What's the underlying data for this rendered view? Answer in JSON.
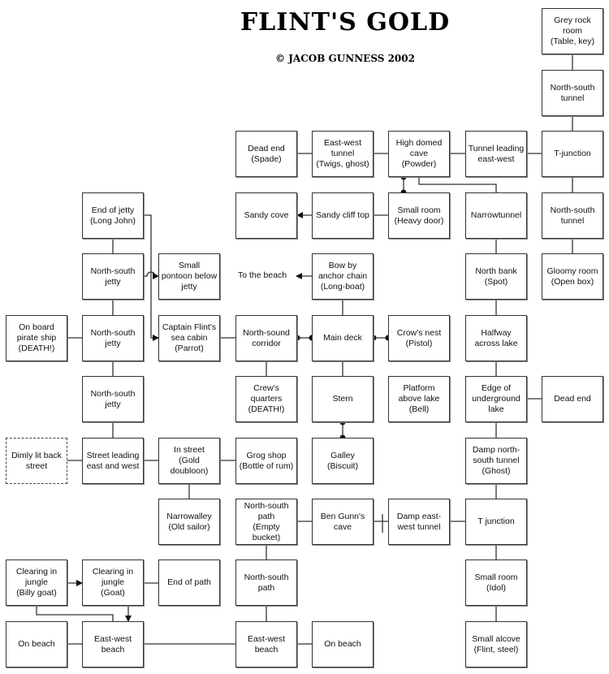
{
  "title": "FLINT'S GOLD",
  "copyright": "© JACOB GUNNESS 2002",
  "rooms": [
    {
      "id": "grey-rock-room",
      "text": "Grey rock\nroom\n(Table, key)",
      "col": 7,
      "row": 0
    },
    {
      "id": "ns-tunnel-1",
      "text": "North-south\ntunnel",
      "col": 7,
      "row": 1
    },
    {
      "id": "dead-end-spade",
      "text": "Dead end\n(Spade)",
      "col": 3,
      "row": 2
    },
    {
      "id": "ew-tunnel",
      "text": "East-west\ntunnel\n(Twigs, ghost)",
      "col": 4,
      "row": 2
    },
    {
      "id": "high-domed-cave",
      "text": "High domed\ncave\n(Powder)",
      "col": 5,
      "row": 2
    },
    {
      "id": "tunnel-east-west",
      "text": "Tunnel leading\neast-west",
      "col": 6,
      "row": 2
    },
    {
      "id": "t-junction-top",
      "text": "T-junction",
      "col": 7,
      "row": 2
    },
    {
      "id": "end-of-jetty",
      "text": "End of jetty\n(Long John)",
      "col": 1,
      "row": 3
    },
    {
      "id": "sandy-cove",
      "text": "Sandy cove",
      "col": 3,
      "row": 3
    },
    {
      "id": "sandy-cliff-top",
      "text": "Sandy cliff top",
      "col": 4,
      "row": 3
    },
    {
      "id": "small-room-door",
      "text": "Small room\n(Heavy door)",
      "col": 5,
      "row": 3
    },
    {
      "id": "narrow-tunnel",
      "text": "Narrowtunnel",
      "col": 6,
      "row": 3
    },
    {
      "id": "ns-tunnel-2",
      "text": "North-south\ntunnel",
      "col": 7,
      "row": 3
    },
    {
      "id": "ns-jetty-1",
      "text": "North-south\njetty",
      "col": 1,
      "row": 4
    },
    {
      "id": "small-pontoon",
      "text": "Small\npontoon below\njetty",
      "col": 2,
      "row": 4
    },
    {
      "id": "bow",
      "text": "Bow by\nanchor chain\n(Long-boat)",
      "col": 4,
      "row": 4
    },
    {
      "id": "north-bank",
      "text": "North bank\n(Spot)",
      "col": 6,
      "row": 4
    },
    {
      "id": "gloomy-room",
      "text": "Gloomy room\n(Open box)",
      "col": 7,
      "row": 4
    },
    {
      "id": "pirate-ship",
      "text": "On board\npirate ship\n(DEATH!)",
      "col": 0,
      "row": 5
    },
    {
      "id": "ns-jetty-2",
      "text": "North-south\njetty",
      "col": 1,
      "row": 5
    },
    {
      "id": "sea-cabin",
      "text": "Captain Flint's\nsea cabin\n(Parrot)",
      "col": 2,
      "row": 5
    },
    {
      "id": "ns-corridor",
      "text": "North-sound\ncorridor",
      "col": 3,
      "row": 5
    },
    {
      "id": "main-deck",
      "text": "Main deck",
      "col": 4,
      "row": 5
    },
    {
      "id": "crows-nest",
      "text": "Crow's nest\n(Pistol)",
      "col": 5,
      "row": 5
    },
    {
      "id": "halfway-lake",
      "text": "Halfway\nacross lake",
      "col": 6,
      "row": 5
    },
    {
      "id": "ns-jetty-3",
      "text": "North-south\njetty",
      "col": 1,
      "row": 6
    },
    {
      "id": "crews-quarters",
      "text": "Crew's\nquarters\n(DEATH!)",
      "col": 3,
      "row": 6
    },
    {
      "id": "stern",
      "text": "Stern",
      "col": 4,
      "row": 6
    },
    {
      "id": "platform-lake",
      "text": "Platform\nabove lake\n(Bell)",
      "col": 5,
      "row": 6
    },
    {
      "id": "edge-lake",
      "text": "Edge of\nunderground\nlake",
      "col": 6,
      "row": 6
    },
    {
      "id": "dead-end-lake",
      "text": "Dead end",
      "col": 7,
      "row": 6
    },
    {
      "id": "back-street",
      "text": "Dimly lit back\nstreet",
      "col": 0,
      "row": 7,
      "dashed": true
    },
    {
      "id": "street-ew",
      "text": "Street leading\neast and west",
      "col": 1,
      "row": 7
    },
    {
      "id": "in-street",
      "text": "In street\n(Gold\ndoubloon)",
      "col": 2,
      "row": 7
    },
    {
      "id": "grog-shop",
      "text": "Grog shop\n(Bottle of rum)",
      "col": 3,
      "row": 7
    },
    {
      "id": "galley",
      "text": "Galley\n(Biscuit)",
      "col": 4,
      "row": 7
    },
    {
      "id": "damp-ns-tunnel",
      "text": "Damp north-\nsouth tunnel\n(Ghost)",
      "col": 6,
      "row": 7
    },
    {
      "id": "narrow-alley",
      "text": "Narrowalley\n(Old sailor)",
      "col": 2,
      "row": 8
    },
    {
      "id": "ns-path-bucket",
      "text": "North-south\npath\n(Empty\nbucket)",
      "col": 3,
      "row": 8
    },
    {
      "id": "ben-gunn-cave",
      "text": "Ben Gunn's\ncave",
      "col": 4,
      "row": 8
    },
    {
      "id": "damp-ew-tunnel",
      "text": "Damp east-\nwest tunnel",
      "col": 5,
      "row": 8
    },
    {
      "id": "t-junction-low",
      "text": "T junction",
      "col": 6,
      "row": 8
    },
    {
      "id": "clearing-billy",
      "text": "Clearing in\njungle\n(Billy goat)",
      "col": 0,
      "row": 9
    },
    {
      "id": "clearing-goat",
      "text": "Clearing in\njungle\n(Goat)",
      "col": 1,
      "row": 9
    },
    {
      "id": "end-of-path",
      "text": "End of path",
      "col": 2,
      "row": 9
    },
    {
      "id": "ns-path",
      "text": "North-south\npath",
      "col": 3,
      "row": 9
    },
    {
      "id": "small-room-idol",
      "text": "Small room\n(Idol)",
      "col": 6,
      "row": 9
    },
    {
      "id": "on-beach-w",
      "text": "On beach",
      "col": 0,
      "row": 10
    },
    {
      "id": "ew-beach-1",
      "text": "East-west\nbeach",
      "col": 1,
      "row": 10
    },
    {
      "id": "ew-beach-2",
      "text": "East-west\nbeach",
      "col": 3,
      "row": 10
    },
    {
      "id": "on-beach-e",
      "text": "On beach",
      "col": 4,
      "row": 10
    },
    {
      "id": "small-alcove",
      "text": "Small alcove\n(Flint, steel)",
      "col": 6,
      "row": 10
    }
  ],
  "labels": {
    "to_beach": "To the beach"
  },
  "colors": {
    "line": "#333333",
    "box_border": "#333333",
    "background": "#ffffff"
  }
}
